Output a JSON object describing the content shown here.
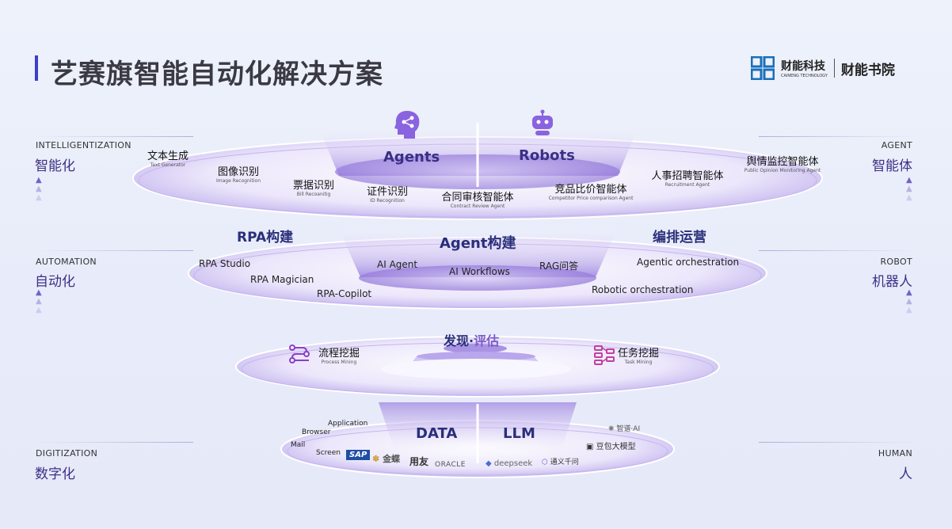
{
  "header": {
    "title": "艺赛旗智能自动化解决方案",
    "logo_cn": "财能科技",
    "logo_en": "CAINENG TECHNOLOGY",
    "logo_cal": "财能书院"
  },
  "left_levels": [
    {
      "en": "INTELLIGENTIZATION",
      "cn": "智能化"
    },
    {
      "en": "AUTOMATION",
      "cn": "自动化"
    },
    {
      "en": "DIGITIZATION",
      "cn": "数字化"
    }
  ],
  "right_levels": [
    {
      "en": "AGENT",
      "cn": "智能体"
    },
    {
      "en": "ROBOT",
      "cn": "机器人"
    },
    {
      "en": "HUMAN",
      "cn": "人"
    }
  ],
  "layer1": {
    "agents": "Agents",
    "robots": "Robots",
    "items": [
      {
        "cn": "文本生成",
        "en": "Text Generator"
      },
      {
        "cn": "图像识别",
        "en": "Image Recognition"
      },
      {
        "cn": "票据识别",
        "en": "Bill Recoanitig"
      },
      {
        "cn": "证件识别",
        "en": "ID Recognition"
      },
      {
        "cn": "合同审核智能体",
        "en": "Contract Review Agent"
      },
      {
        "cn": "竞品比价智能体",
        "en": "Competitor Price comparison Agent"
      },
      {
        "cn": "人事招聘智能体",
        "en": "Recruitment Agent"
      },
      {
        "cn": "舆情监控智能体",
        "en": "Public Opinion Monitoring Agent"
      }
    ]
  },
  "layer2": {
    "left_title": "RPA构建",
    "center_title": "Agent构建",
    "right_title": "编排运营",
    "items": [
      "RPA Studio",
      "RPA Magician",
      "RPA-Copilot",
      "AI Agent",
      "AI Workflows",
      "RAG问答",
      "Agentic orchestration",
      "Robotic orchestration"
    ]
  },
  "layer3": {
    "title_left": "发现",
    "title_dot": "·",
    "title_right": "评估",
    "process": {
      "cn": "流程挖掘",
      "en": "Process Mining"
    },
    "task": {
      "cn": "任务挖掘",
      "en": "Task Mining"
    }
  },
  "layer4": {
    "data": "DATA",
    "llm": "LLM",
    "sources": [
      "Application",
      "Browser",
      "Mail",
      "Screen"
    ],
    "brands_left": [
      "SAP",
      "金蝶",
      "用友",
      "ORACLE"
    ],
    "brands_right": [
      "deepseek",
      "通义千问",
      "豆包大模型",
      "智谱·AI"
    ]
  },
  "colors": {
    "accent": "#3b3fc9",
    "purple": "#7b5cc9",
    "navy": "#2a2f7a"
  }
}
